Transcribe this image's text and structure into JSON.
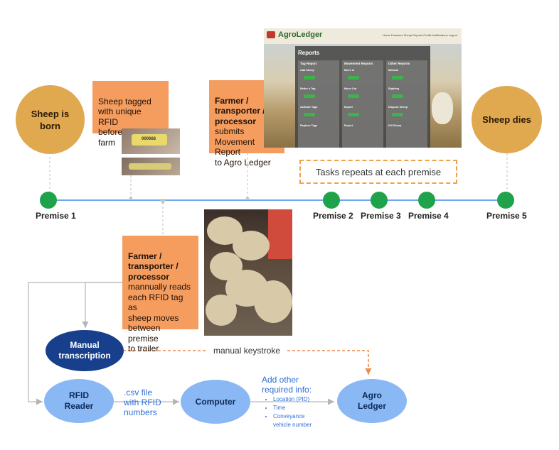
{
  "start_event": "Sheep is\nborn",
  "end_event": "Sheep dies",
  "tag_note": "Sheep tagged\nwith unique RFID\nbefore leaving\nfarm",
  "tag_number": "000668",
  "movement_note": {
    "role": "Farmer /\ntransporter /\nprocessor",
    "action": "submits\nMovement Report\nto Agro Ledger"
  },
  "repeat_note": "Tasks repeats at each premise",
  "timeline": {
    "premises": [
      "Premise 1",
      "Premise 2",
      "Premise 3",
      "Premise 4",
      "Premise 5"
    ]
  },
  "manual_note": {
    "role": "Farmer /\ntransporter /\nprocessor",
    "action": "mannually reads\neach RFID tag as\nsheep moves\nbetween premise\nto trailer"
  },
  "flow": {
    "manual_transcription": "Manual\ntranscription",
    "rfid_reader": "RFID\nReader",
    "computer": "Computer",
    "agro_ledger": "Agro\nLedger",
    "csv_label": ".csv file\nwith RFID\nnumbers",
    "keystroke_label": "manual keystroke",
    "other_info_title": "Add other\nrequired info:",
    "other_info_items": [
      "Location (PID)",
      "Time",
      "Conveyance\nvehicle number"
    ]
  },
  "app_screenshot": {
    "logo": "AgroLedger",
    "title": "Reports",
    "nav": "Home  Premises  Sheep  Reports  Profile  Notifications  Logout",
    "columns": [
      {
        "heading": "Tag Report",
        "items": [
          "Add Sheep",
          "Retire a Tag",
          "Activate Tags",
          "Replace Tags"
        ]
      },
      {
        "heading": "Movement Reports",
        "items": [
          "Move In",
          "Move Out",
          "Import",
          "Export"
        ]
      },
      {
        "heading": "Other Reports",
        "items": [
          "Medical",
          "Sighting",
          "Dispose Sheep",
          "Kill Sheep"
        ]
      }
    ]
  },
  "colors": {
    "event_circle": "#e0a84f",
    "note_orange": "#f59c5f",
    "timeline_node": "#1fa34a",
    "timeline_line": "#6aa8f0",
    "flow_light": "#8ab8f5",
    "flow_dark": "#173f8c",
    "dashed_orange": "#f0a24a",
    "blue_text": "#2e6fd6"
  }
}
